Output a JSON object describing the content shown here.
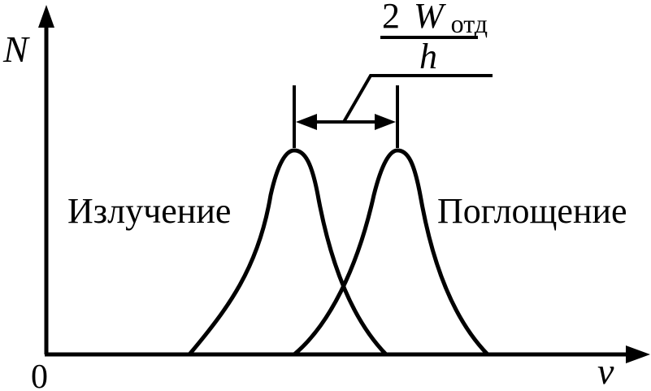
{
  "axes": {
    "y_label": "N",
    "x_label": "ν",
    "origin_label": "0"
  },
  "curves": {
    "emission_label": "Излучение",
    "absorption_label": "Поглощение"
  },
  "separation": {
    "numerator_coef": "2",
    "numerator_var": "W",
    "numerator_sub": "отд",
    "denominator": "h"
  },
  "colors": {
    "ink": "#000000",
    "background": "#ffffff"
  }
}
